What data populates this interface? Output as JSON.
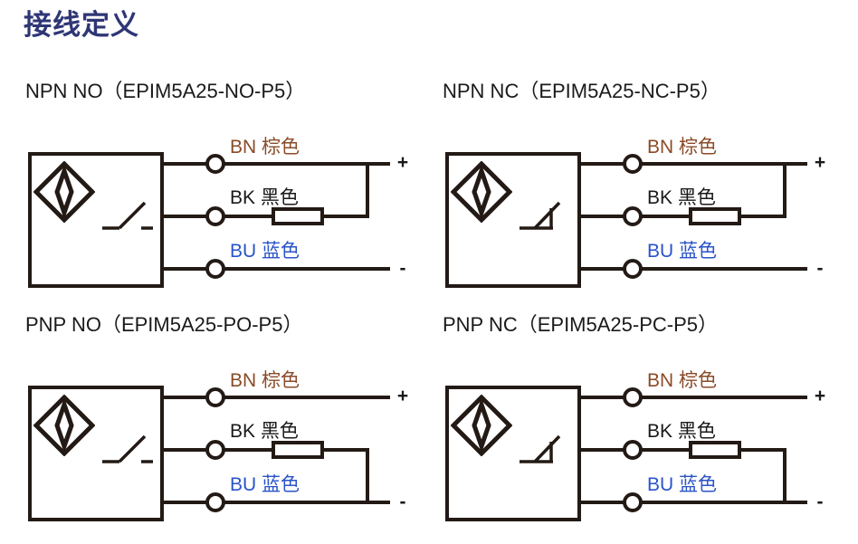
{
  "page": {
    "title": "接线定义",
    "title_color": "#2f3675",
    "background": "#ffffff",
    "line_color": "#231a15"
  },
  "wire_colors": {
    "bn": "#8a4b29",
    "bk": "#1a1a1a",
    "bu": "#2a54c8"
  },
  "common_labels": {
    "bn": "BN 棕色",
    "bk": "BK 黑色",
    "bu": "BU 蓝色",
    "plus": "+",
    "minus": "-"
  },
  "diagrams": [
    {
      "id": "npn-no",
      "title": "NPN NO（EPIM5A25-NO-P5）",
      "output_type": "NPN",
      "contact": "NO",
      "model": "EPIM5A25-NO-P5",
      "switch_symbol": "normally-open",
      "load_return": "plus",
      "labels": {
        "bn": "BN 棕色",
        "bk": "BK 黑色",
        "bu": "BU 蓝色"
      },
      "polarity": {
        "top": "+",
        "bottom": "-"
      }
    },
    {
      "id": "npn-nc",
      "title": "NPN NC（EPIM5A25-NC-P5）",
      "output_type": "NPN",
      "contact": "NC",
      "model": "EPIM5A25-NC-P5",
      "switch_symbol": "normally-closed",
      "load_return": "plus",
      "labels": {
        "bn": "BN 棕色",
        "bk": "BK 黑色",
        "bu": "BU 蓝色"
      },
      "polarity": {
        "top": "+",
        "bottom": "-"
      }
    },
    {
      "id": "pnp-no",
      "title": "PNP NO（EPIM5A25-PO-P5）",
      "output_type": "PNP",
      "contact": "NO",
      "model": "EPIM5A25-PO-P5",
      "switch_symbol": "normally-open",
      "load_return": "minus",
      "labels": {
        "bn": "BN 棕色",
        "bk": "BK 黑色",
        "bu": "BU 蓝色"
      },
      "polarity": {
        "top": "+",
        "bottom": "-"
      }
    },
    {
      "id": "pnp-nc",
      "title": "PNP NC（EPIM5A25-PC-P5）",
      "output_type": "PNP",
      "contact": "NC",
      "model": "EPIM5A25-PC-P5",
      "switch_symbol": "normally-closed",
      "load_return": "minus",
      "labels": {
        "bn": "BN 棕色",
        "bk": "BK 黑色",
        "bu": "BU 蓝色"
      },
      "polarity": {
        "top": "+",
        "bottom": "-"
      }
    }
  ],
  "icons": {
    "sensor": "inductive-sensor-diamond-icon",
    "switch_no": "switch-normally-open-icon",
    "switch_nc": "switch-normally-closed-icon",
    "resistor": "load-resistor-icon",
    "terminal": "terminal-node-icon"
  }
}
